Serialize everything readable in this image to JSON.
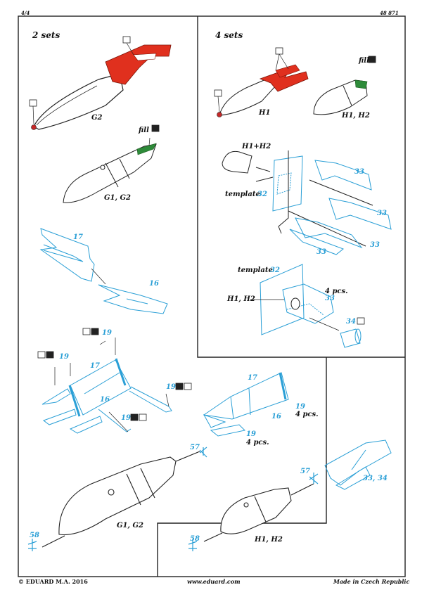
{
  "header": {
    "page_number": "4/4",
    "kit_number": "48 871"
  },
  "left_panel": {
    "sets_label": "2 sets",
    "labels": {
      "g2": "G2",
      "g1_g2": "G1, G2",
      "fill": "fill"
    },
    "parts": {
      "p17": "17",
      "p16": "16",
      "p19": "19"
    }
  },
  "right_panel": {
    "sets_label": "4 sets",
    "labels": {
      "h1": "H1",
      "h1_h2": "H1, H2",
      "h1_plus_h2": "H1+H2",
      "template": "template",
      "fill": "fill",
      "four_pcs": "4 pcs."
    },
    "parts": {
      "p32": "32",
      "p33": "33",
      "p34": "34"
    }
  },
  "lower": {
    "labels": {
      "g1_g2": "G1, G2",
      "h1_h2": "H1, H2",
      "four_pcs": "4 pcs."
    },
    "parts": {
      "p17": "17",
      "p16": "16",
      "p19": "19",
      "p57": "57",
      "p58": "58",
      "p33_34": "33, 34"
    }
  },
  "footer": {
    "copyright": "© EDUARD  M.A. 2016",
    "website": "www.eduard.com",
    "origin": "Made in Czech Republic"
  },
  "colors": {
    "part_blue": "#2a9fd6",
    "paint_red": "#e0301e",
    "fill_green": "#2e8b3a",
    "line": "#222222"
  },
  "icons": [
    "paint-icon",
    "fill-icon",
    "bend-icon"
  ]
}
